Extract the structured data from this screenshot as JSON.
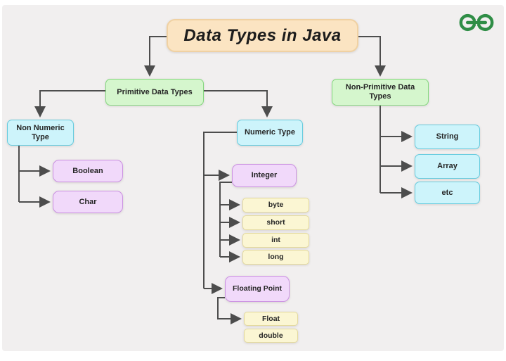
{
  "header": {
    "logo_icon": "geeksforgeeks-logo"
  },
  "diagram": {
    "title": "Data Types in Java",
    "nodes": {
      "primitive": "Primitive Data Types",
      "non_primitive": "Non-Primitive Data Types",
      "non_numeric": "Non Numeric Type",
      "numeric": "Numeric Type",
      "boolean": "Boolean",
      "char": "Char",
      "integer": "Integer",
      "byte": "byte",
      "short": "short",
      "int": "int",
      "long": "long",
      "floating_point": "Floating Point",
      "float": "Float",
      "double": "double",
      "string": "String",
      "array": "Array",
      "etc": "etc"
    }
  },
  "colors": {
    "canvas_background": "#f1efef",
    "title_fill": "#fbe4c2",
    "category_fill_green": "#d5f6cd",
    "type_fill_cyan": "#cdf4fb",
    "subtype_fill_purple": "#f1d9fa",
    "leaf_fill_yellow": "#fbf6d3",
    "connector_line": "#4d4d4d",
    "logo_green": "#2f8d46"
  }
}
